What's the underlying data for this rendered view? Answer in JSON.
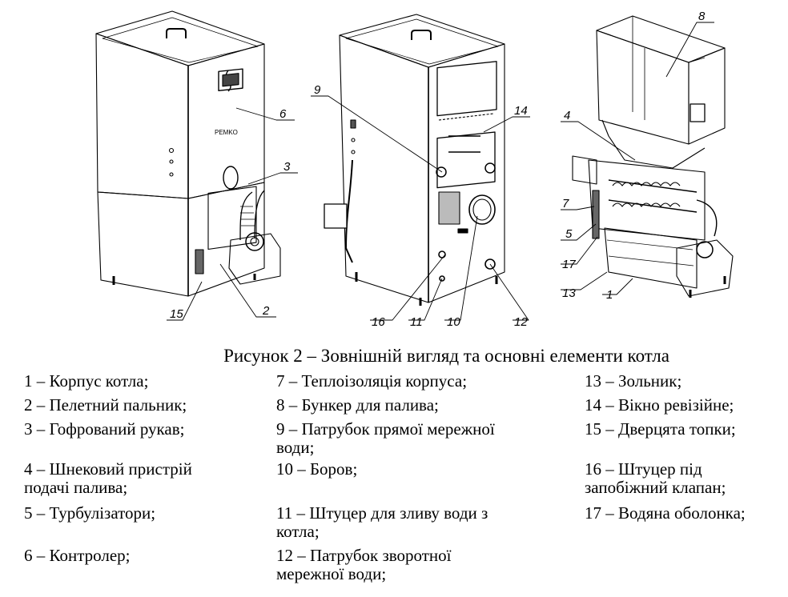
{
  "figure": {
    "title": "Рисунок 2 – Зовнішній вигляд та основні елементи котла",
    "brand_label": "PEMKO",
    "callouts": [
      "1",
      "2",
      "3",
      "4",
      "5",
      "6",
      "7",
      "8",
      "9",
      "10",
      "11",
      "12",
      "13",
      "14",
      "15",
      "16",
      "17"
    ]
  },
  "legend": {
    "col1": [
      "1 – Корпус котла;",
      "2 – Пелетний пальник;",
      "3 – Гофрований рукав;",
      "4 – Шнековий пристрій\nподачі палива;",
      "5 – Турбулізатори;",
      "6 – Контролер;"
    ],
    "col2": [
      "7 – Теплоізоляція корпуса;",
      "8 – Бункер для палива;",
      "9 – Патрубок прямої мережної\nводи;",
      "10 – Боров;",
      "11 – Штуцер для зливу води з\nкотла;",
      "12 – Патрубок зворотної\nмережної води;"
    ],
    "col3": [
      "13 – Зольник;",
      "14 – Вікно ревізійне;",
      "15 – Дверцята топки;",
      "16 – Штуцер під\nзапобіжний клапан;",
      "17 – Водяна оболонка;"
    ]
  }
}
